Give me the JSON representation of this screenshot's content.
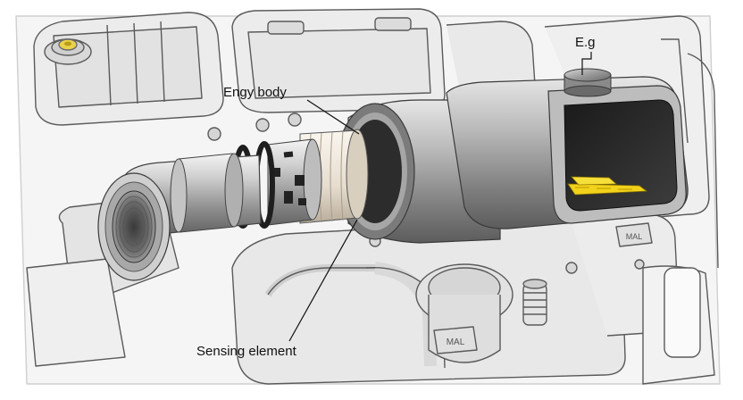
{
  "labels": {
    "engy_body": "Engy body",
    "e_g": "E.g",
    "sensing_element": "Sensing element"
  },
  "engine_badges": [
    "MAL",
    "MAL"
  ],
  "colors": {
    "sensor_metal": "#9a9a9a",
    "sensor_dark": "#2c2c2c",
    "connector_pins": "#f2d21a",
    "coil_cream": "#ece6dc",
    "engine_line": "#5a5a5a",
    "engine_fill": "#ececec"
  },
  "icons": [
    "pressure-sensor-illustration",
    "engine-bay-illustration",
    "electrical-connector-icon"
  ]
}
